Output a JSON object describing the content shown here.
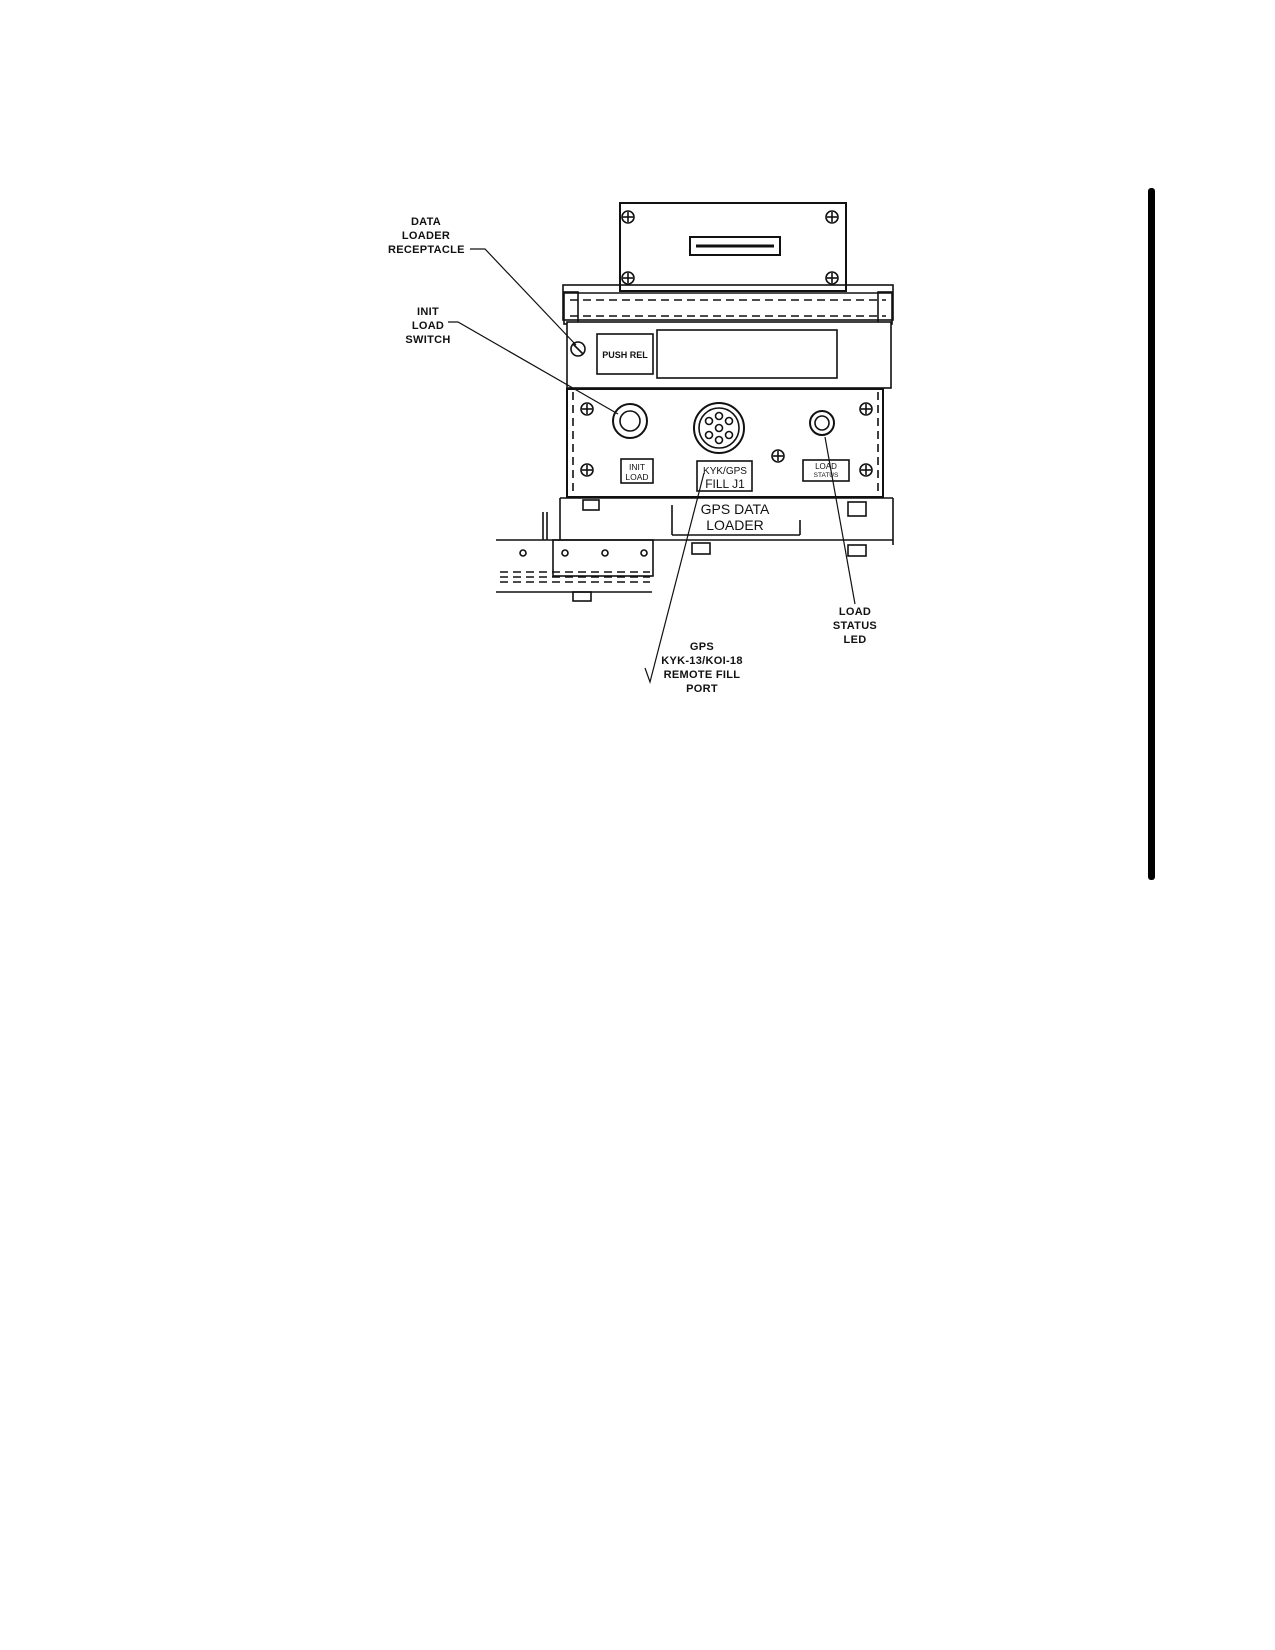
{
  "callouts": {
    "data_loader_receptacle": [
      "DATA",
      "LOADER",
      "RECEPTACLE"
    ],
    "init_load_switch": [
      "INIT",
      "LOAD",
      "SWITCH"
    ],
    "remote_fill_port": [
      "GPS",
      "KYK-13/KOI-18",
      "REMOTE FILL",
      "PORT"
    ],
    "load_status_led": [
      "LOAD",
      "STATUS",
      "LED"
    ]
  },
  "panel": {
    "push_rel": "PUSH REL",
    "init_load": [
      "INIT",
      "LOAD"
    ],
    "fill_connector": [
      "KYK/GPS",
      "FILL J1"
    ],
    "load_status": [
      "LOAD",
      "STATUS"
    ],
    "nameplate": [
      "GPS DATA",
      "LOADER"
    ]
  },
  "icons": {
    "screw": "screw-head-icon",
    "switch": "push-button-icon",
    "connector": "circular-connector-icon",
    "led": "led-lamp-icon"
  }
}
